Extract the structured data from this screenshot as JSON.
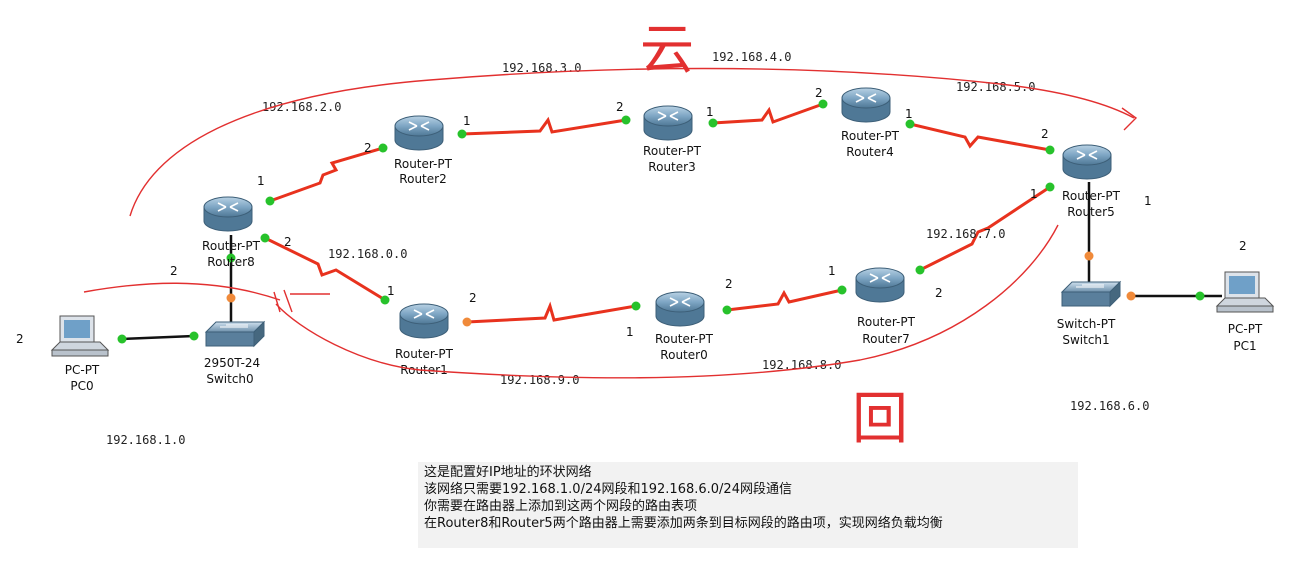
{
  "devices": {
    "router2": {
      "type": "Router-PT",
      "name": "Router2"
    },
    "router3": {
      "type": "Router-PT",
      "name": "Router3"
    },
    "router4": {
      "type": "Router-PT",
      "name": "Router4"
    },
    "router5": {
      "type": "Router-PT",
      "name": "Router5"
    },
    "router8": {
      "type": "Router-PT",
      "name": "Router8"
    },
    "router1": {
      "type": "Router-PT",
      "name": "Router1"
    },
    "router0": {
      "type": "Router-PT",
      "name": "Router0"
    },
    "router7": {
      "type": "Router-PT",
      "name": "Router7"
    },
    "switch0": {
      "type": "2950T-24",
      "name": "Switch0"
    },
    "switch1": {
      "type": "Switch-PT",
      "name": "Switch1"
    },
    "pc0": {
      "type": "PC-PT",
      "name": "PC0"
    },
    "pc1": {
      "type": "PC-PT",
      "name": "PC1"
    }
  },
  "networks": {
    "n0": "192.168.0.0",
    "n1": "192.168.1.0",
    "n2": "192.168.2.0",
    "n3": "192.168.3.0",
    "n4": "192.168.4.0",
    "n5": "192.168.5.0",
    "n6": "192.168.6.0",
    "n7": "192.168.7.0",
    "n8": "192.168.8.0",
    "n9": "192.168.9.0"
  },
  "ports": {
    "p1": "1",
    "p2": "2"
  },
  "annotations": {
    "top_char": "云",
    "bottom_char": "回"
  },
  "note": {
    "line1": "这是配置好IP地址的环状网络",
    "line2": "该网络只需要192.168.1.0/24网段和192.168.6.0/24网段通信",
    "line3": "你需要在路由器上添加到这两个网段的路由表项",
    "line4": "在Router8和Router5两个路由器上需要添加两条到目标网段的路由项，实现网络负载均衡"
  },
  "colors": {
    "serial_link": "#e8321e",
    "ethernet_link": "#111111",
    "port_up": "#27c22b",
    "port_orange": "#f08a3a",
    "router_body": "#6f97b5",
    "handwriting": "#e23030",
    "note_bg": "#f2f2f2"
  }
}
